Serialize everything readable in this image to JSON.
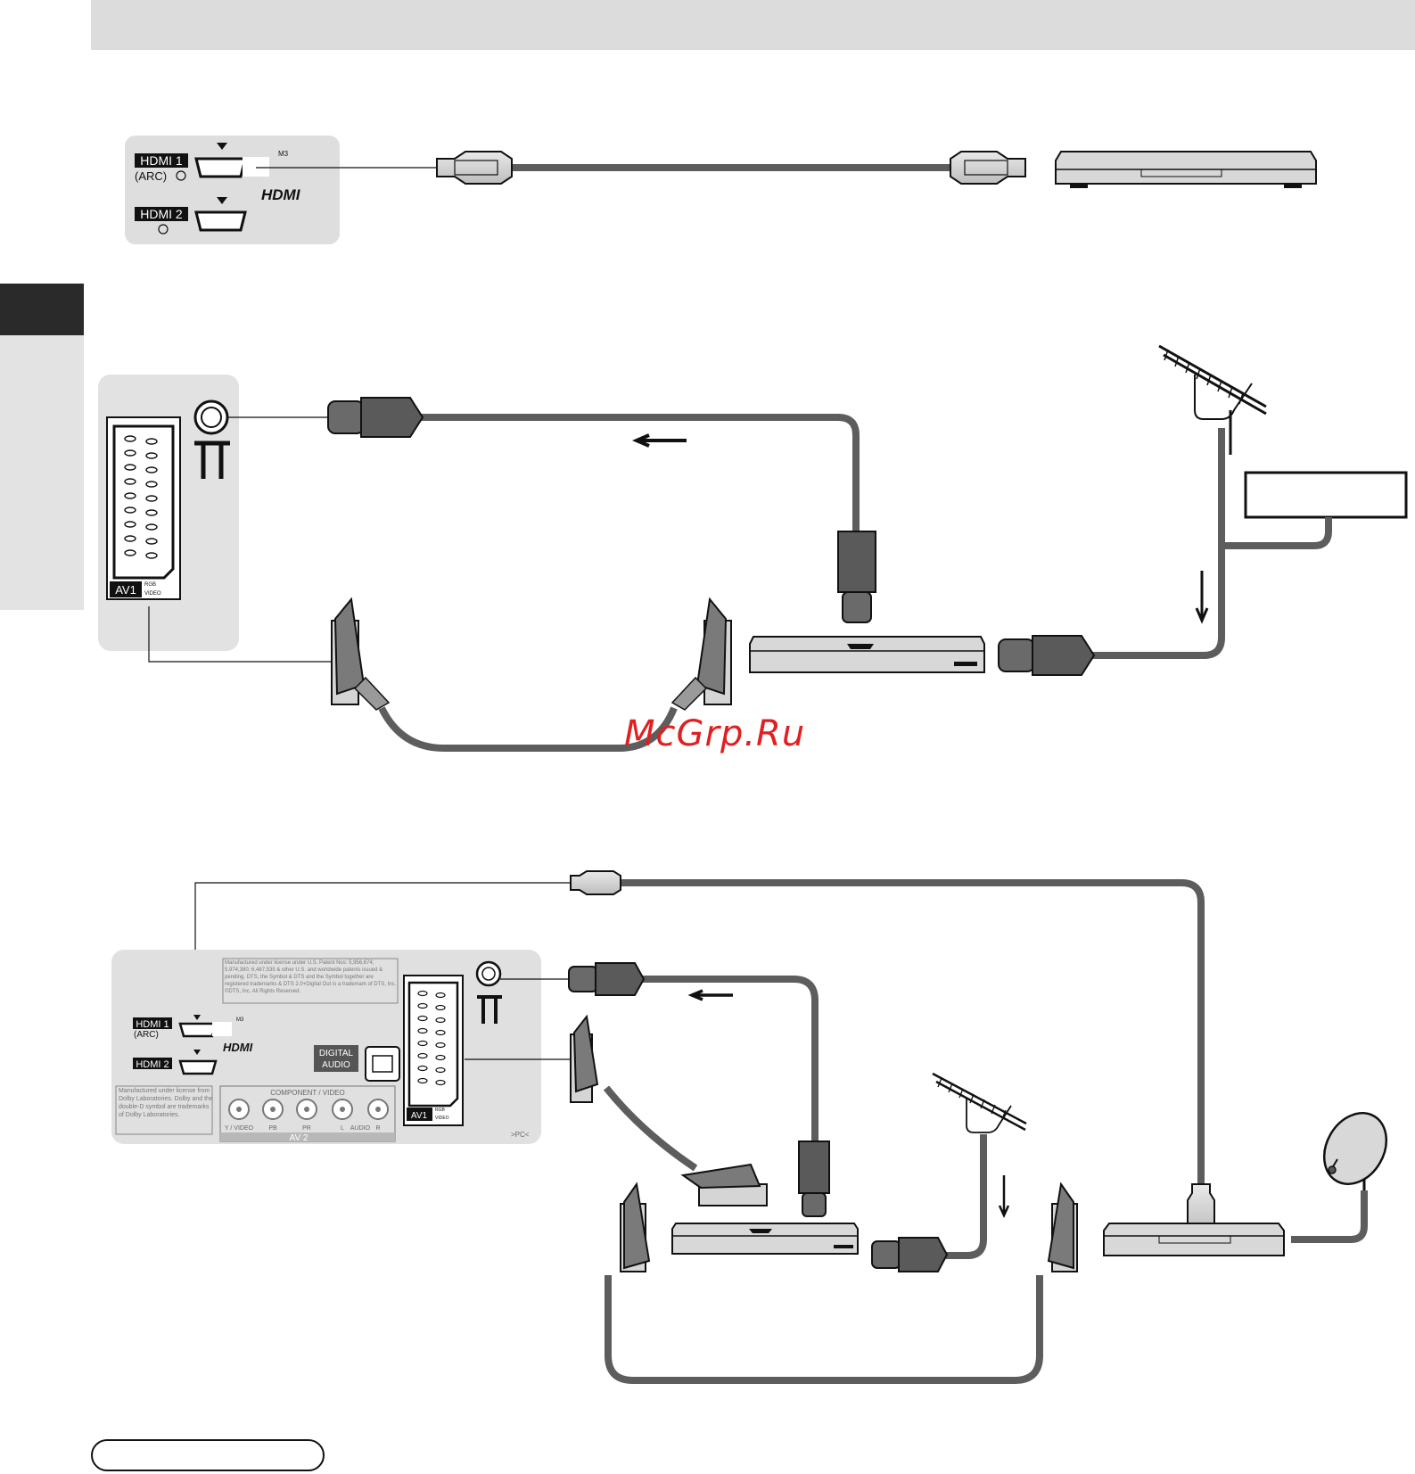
{
  "panels": {
    "hdmi_top": {
      "hdmi1_label": "HDMI 1",
      "hdmi1_sub": "(ARC)",
      "hdmi2_label": "HDMI 2",
      "m3_label": "M3",
      "logo_text": "HDMI"
    },
    "av1_panel": {
      "av1_label": "AV1",
      "rgb_label": "RGB",
      "video_label": "VIDEO"
    },
    "bottom_panel": {
      "license_dts": "Manufactured under license under U.S. Patent Nos: 5,956,674; 5,974,380; 6,487,535 & other U.S. and worldwide patents issued & pending. DTS, the Symbol & DTS and the Symbol together are registered trademarks & DTS 2.0+Digital Out is a trademark of DTS, Inc. ©DTS, Inc. All Rights Reserved.",
      "license_dolby": "Manufactured under license from Dolby Laboratories. Dolby and the double-D symbol are trademarks of Dolby Laboratories.",
      "hdmi1_label": "HDMI 1",
      "hdmi1_sub": "(ARC)",
      "hdmi2_label": "HDMI 2",
      "m3_label": "M3",
      "logo_text": "HDMI",
      "digital_audio_line1": "DIGITAL",
      "digital_audio_line2": "AUDIO",
      "component_label": "COMPONENT / VIDEO",
      "jack_labels": [
        "Y / VIDEO",
        "PB",
        "PR",
        "L",
        "AUDIO",
        "R"
      ],
      "av2_label": "AV 2",
      "av1_label": "AV1",
      "rgb_label": "RGB",
      "video_label": "VIDEO",
      "pc_label": ">PC<"
    }
  },
  "watermark": "McGrp.Ru",
  "icons": [
    "hdmi-connector-icon",
    "scart-plug-icon",
    "aerial-plug-icon",
    "antenna-icon",
    "satellite-dish-icon",
    "recorder-icon",
    "set-top-box-icon",
    "arrow-icon"
  ]
}
